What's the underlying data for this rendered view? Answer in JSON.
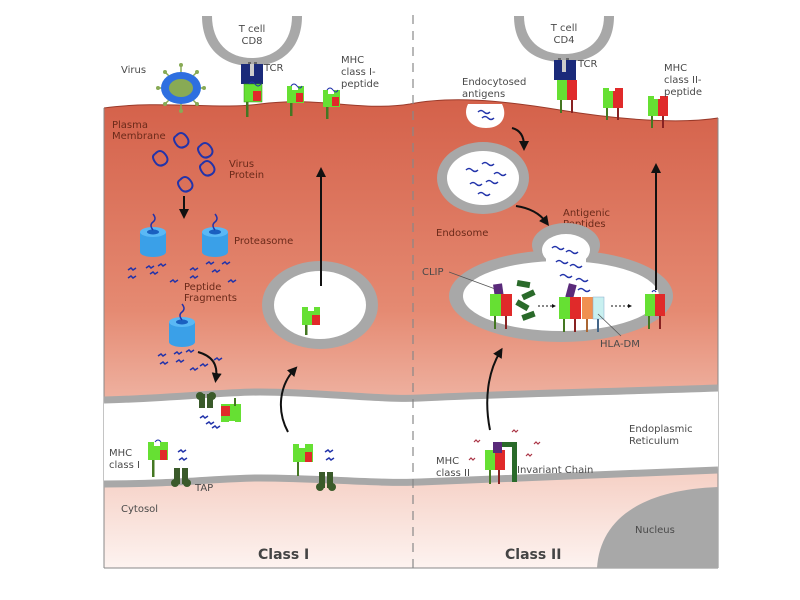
{
  "diagram": {
    "title": "MHC antigen presentation pathways",
    "panels": [
      {
        "id": "class1",
        "title": "Class I",
        "tcell": {
          "line1": "T cell",
          "line2": "CD8"
        },
        "labels": {
          "tcr": "TCR",
          "virus": "Virus",
          "mhc_peptide": [
            "MHC",
            "class I-",
            "peptide"
          ],
          "plasma_membrane": [
            "Plasma",
            "Membrane"
          ],
          "virus_protein": [
            "Virus",
            "Protein"
          ],
          "proteasome": "Proteasome",
          "peptide_fragments": [
            "Peptide",
            "Fragments"
          ],
          "mhc": [
            "MHC",
            "class I"
          ],
          "tap": "TAP",
          "cytosol": "Cytosol"
        }
      },
      {
        "id": "class2",
        "title": "Class II",
        "tcell": {
          "line1": "T cell",
          "line2": "CD4"
        },
        "labels": {
          "tcr": "TCR",
          "endocytosed": [
            "Endocytosed",
            "antigens"
          ],
          "mhc_peptide": [
            "MHC",
            "class II-",
            "peptide"
          ],
          "endosome": "Endosome",
          "antigenic_peptides": [
            "Antigenic",
            "Peptides"
          ],
          "clip": "CLIP",
          "hla_dm": "HLA-DM",
          "er": [
            "Endoplasmic",
            "Reticulum"
          ],
          "mhc": [
            "MHC",
            "class II"
          ],
          "invariant_chain": "Invariant Chain",
          "nucleus": "Nucleus"
        }
      }
    ],
    "colors": {
      "cytoplasm_top": "#d4614a",
      "cytoplasm_bottom": "#fbeee9",
      "membrane": "#a8a8a8",
      "mhc_green": "#66e033",
      "mhc_red": "#e02a2a",
      "tcr_navy": "#1a2a7a",
      "virus_blue": "#2e6fe0",
      "virus_core": "#88aa55",
      "proteasome": "#3aa0e8",
      "peptide": "#2233aa",
      "tap": "#3a5a2a",
      "clip": "#5a2a7a",
      "hla_dm_orange": "#f09050",
      "hla_dm_cyan": "#c8f0f0",
      "invariant": "#2a6a2a",
      "nucleus": "#a8a8a8"
    }
  }
}
